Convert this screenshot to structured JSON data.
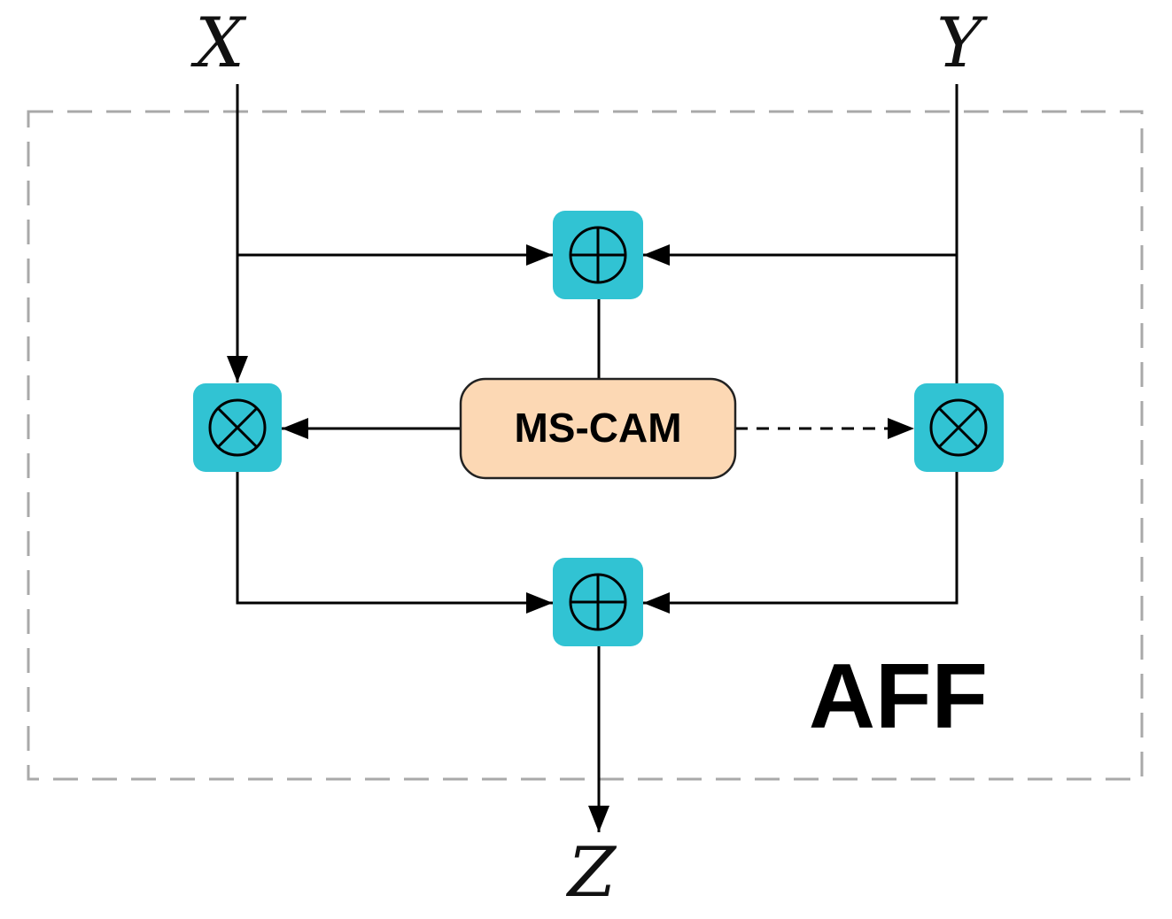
{
  "inputs": {
    "x_label": "X",
    "y_label": "Y"
  },
  "output": {
    "z_label": "Z"
  },
  "module": {
    "name": "MS-CAM"
  },
  "container": {
    "name": "AFF"
  },
  "operators": {
    "top_add": "add-icon",
    "left_multiply": "multiply-icon",
    "right_multiply": "multiply-icon",
    "bottom_add": "add-icon"
  },
  "colors": {
    "operator_fill": "#31c3d3",
    "module_fill": "#fcd8b4",
    "border": "#a9a9a9"
  }
}
